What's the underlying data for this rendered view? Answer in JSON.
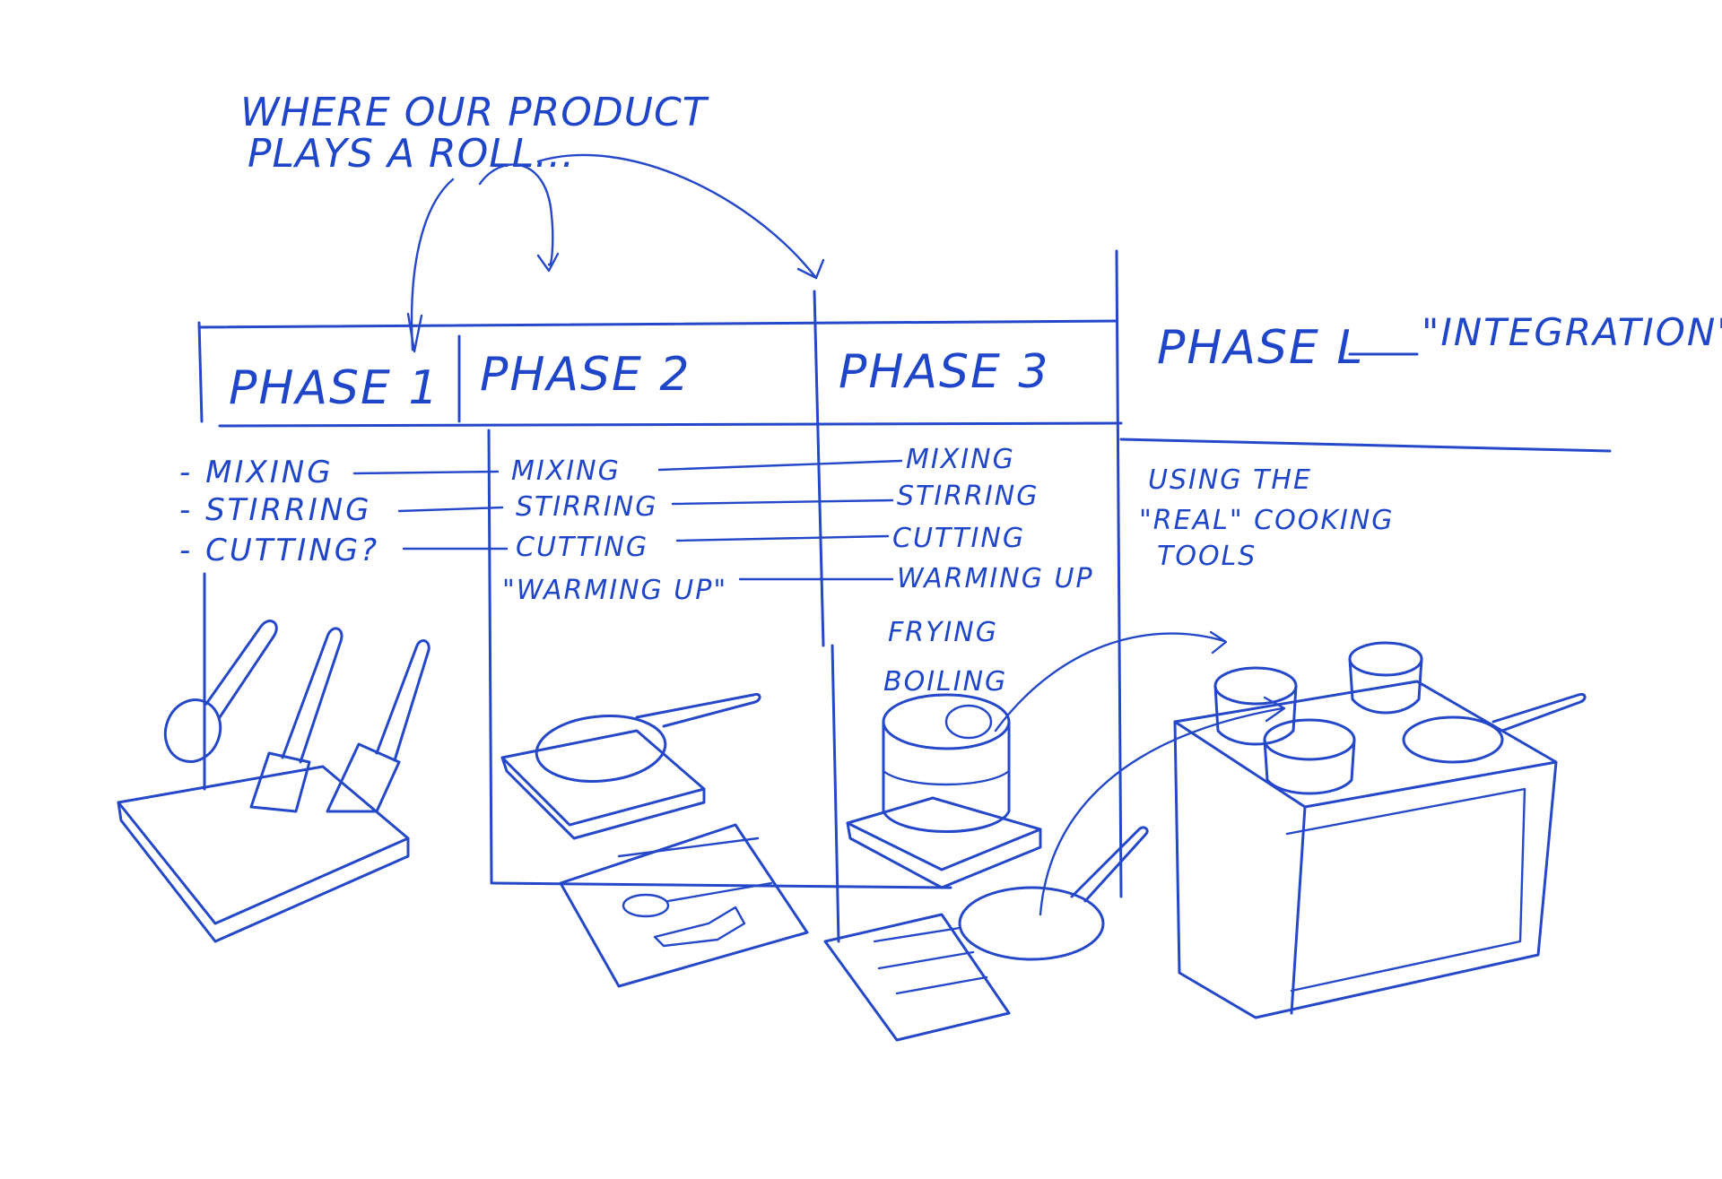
{
  "title": {
    "line1": "WHERE OUR PRODUCT",
    "line2": "PLAYS A ROLL..."
  },
  "phases": [
    {
      "label": "PHASE 1",
      "items": [
        "- MIXING",
        "- STIRRING",
        "- CUTTING?"
      ]
    },
    {
      "label": "PHASE 2",
      "items": [
        "MIXING",
        "STIRRING",
        "CUTTING",
        "\"WARMING UP\""
      ]
    },
    {
      "label": "PHASE 3",
      "items": [
        "MIXING",
        "STIRRING",
        "CUTTING",
        "WARMING UP",
        "FRYING",
        "BOILING"
      ]
    },
    {
      "label": "PHASE L",
      "subtitle": "\"INTEGRATION\"",
      "note": [
        "USING THE",
        "\"REAL\" COOKING",
        "TOOLS"
      ]
    }
  ],
  "ink_color": "#2448c9",
  "background_color": "#ffffff"
}
